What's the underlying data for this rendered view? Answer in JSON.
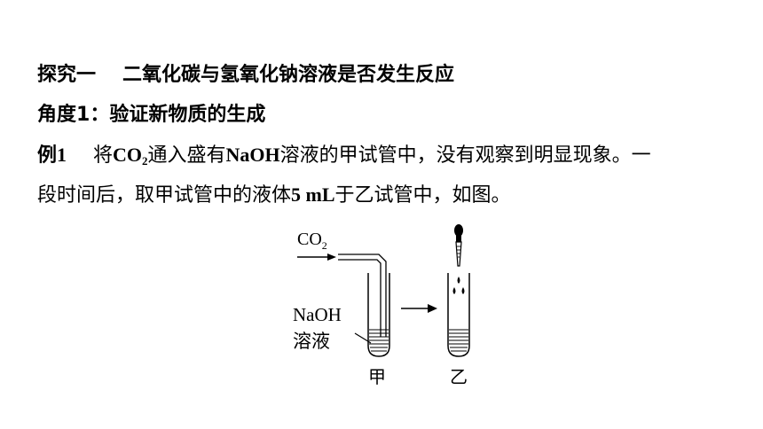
{
  "section": {
    "label": "探究一",
    "title": "二氧化碳与氢氧化钠溶液是否发生反应"
  },
  "angle": {
    "label": "角度1",
    "colon": "：",
    "title": "验证新物质的生成"
  },
  "example": {
    "label": "例1",
    "p1_pre": "将",
    "co2_c": "CO",
    "co2_sub": "2",
    "p1_mid": "通入盛有",
    "naoh": "NaOH",
    "p1_post": "溶液的甲试管中，没有观察到明显现象。一",
    "p2_pre": "段时间后，取甲试管中的液体",
    "volume": "5 mL",
    "p2_post": "于乙试管中，如图。"
  },
  "figure": {
    "co2_main": "CO",
    "co2_sub": "2",
    "naoh": "NaOH",
    "solution": "溶液",
    "tube_a": "甲",
    "tube_b": "乙"
  }
}
